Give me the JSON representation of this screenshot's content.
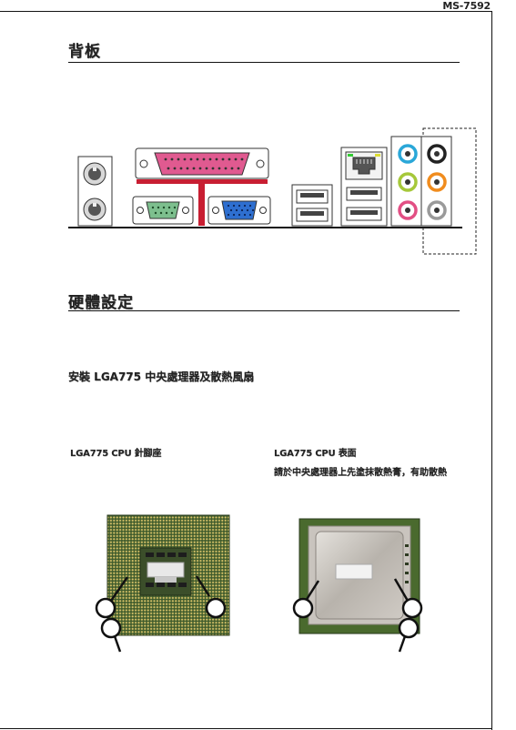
{
  "header": {
    "model": "MS-7592"
  },
  "section_back_panel": {
    "title": "背板"
  },
  "section_hardware": {
    "title": "硬體設定",
    "subtitle": "安裝 LGA775 中央處理器及散熱風扇"
  },
  "figures": {
    "socket_caption": "LGA775 CPU 針腳座",
    "surface_caption": "LGA775 CPU 表面",
    "surface_note": "請於中央處理器上先塗抹散熱膏，有助散熱"
  },
  "icons": [
    "ps2-mouse-port-icon",
    "ps2-keyboard-port-icon",
    "parallel-port-icon",
    "serial-port-icon",
    "vga-port-icon",
    "usb-port-icon",
    "lan-port-icon",
    "audio-jack-icon",
    "alignment-key-icon"
  ]
}
